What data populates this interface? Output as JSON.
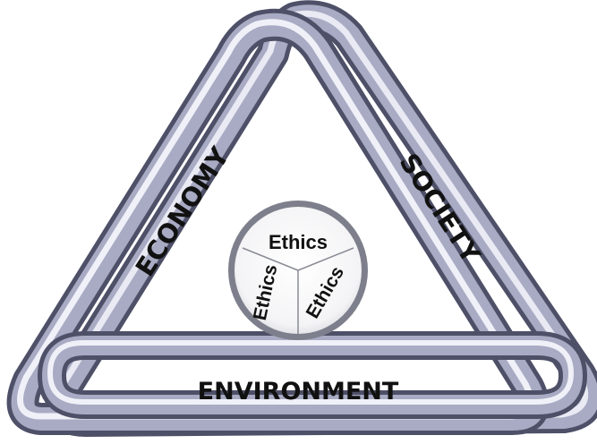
{
  "labels": {
    "economy": "ECONOMY",
    "society": "SOCIETY",
    "environment": "ENVIRONMENT"
  },
  "ethics": {
    "top": "Ethics",
    "left": "Ethics",
    "right": "Ethics"
  },
  "colors": {
    "tube_light": "#f0f1f8",
    "tube_mid": "#a8abc3",
    "tube_dark": "#4e5068",
    "circle_border": "#7d7f8c",
    "text": "#111111"
  }
}
